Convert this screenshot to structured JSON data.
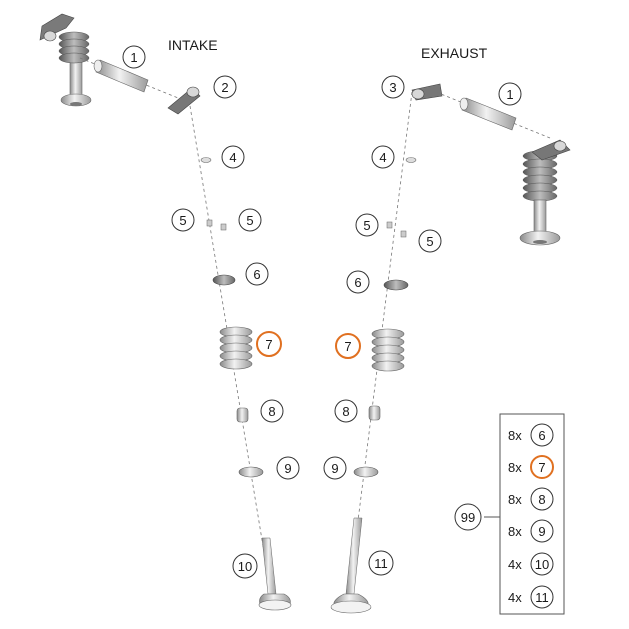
{
  "diagram": {
    "titles": {
      "intake": "INTAKE",
      "exhaust": "EXHAUST"
    },
    "accent_color": "#e07020",
    "callouts": {
      "in_1": "1",
      "in_2": "2",
      "in_4": "4",
      "in_5a": "5",
      "in_5b": "5",
      "in_6": "6",
      "in_7": "7",
      "in_8": "8",
      "in_9": "9",
      "in_10": "10",
      "ex_3": "3",
      "ex_1": "1",
      "ex_4": "4",
      "ex_5a": "5",
      "ex_5b": "5",
      "ex_6": "6",
      "ex_7": "7",
      "ex_8": "8",
      "ex_9": "9",
      "ex_11": "11"
    },
    "kit": {
      "number": "99",
      "items": [
        {
          "qty": "8x",
          "part": "6",
          "highlight": false
        },
        {
          "qty": "8x",
          "part": "7",
          "highlight": true
        },
        {
          "qty": "8x",
          "part": "8",
          "highlight": false
        },
        {
          "qty": "8x",
          "part": "9",
          "highlight": false
        },
        {
          "qty": "4x",
          "part": "10",
          "highlight": false
        },
        {
          "qty": "4x",
          "part": "11",
          "highlight": false
        }
      ]
    }
  }
}
